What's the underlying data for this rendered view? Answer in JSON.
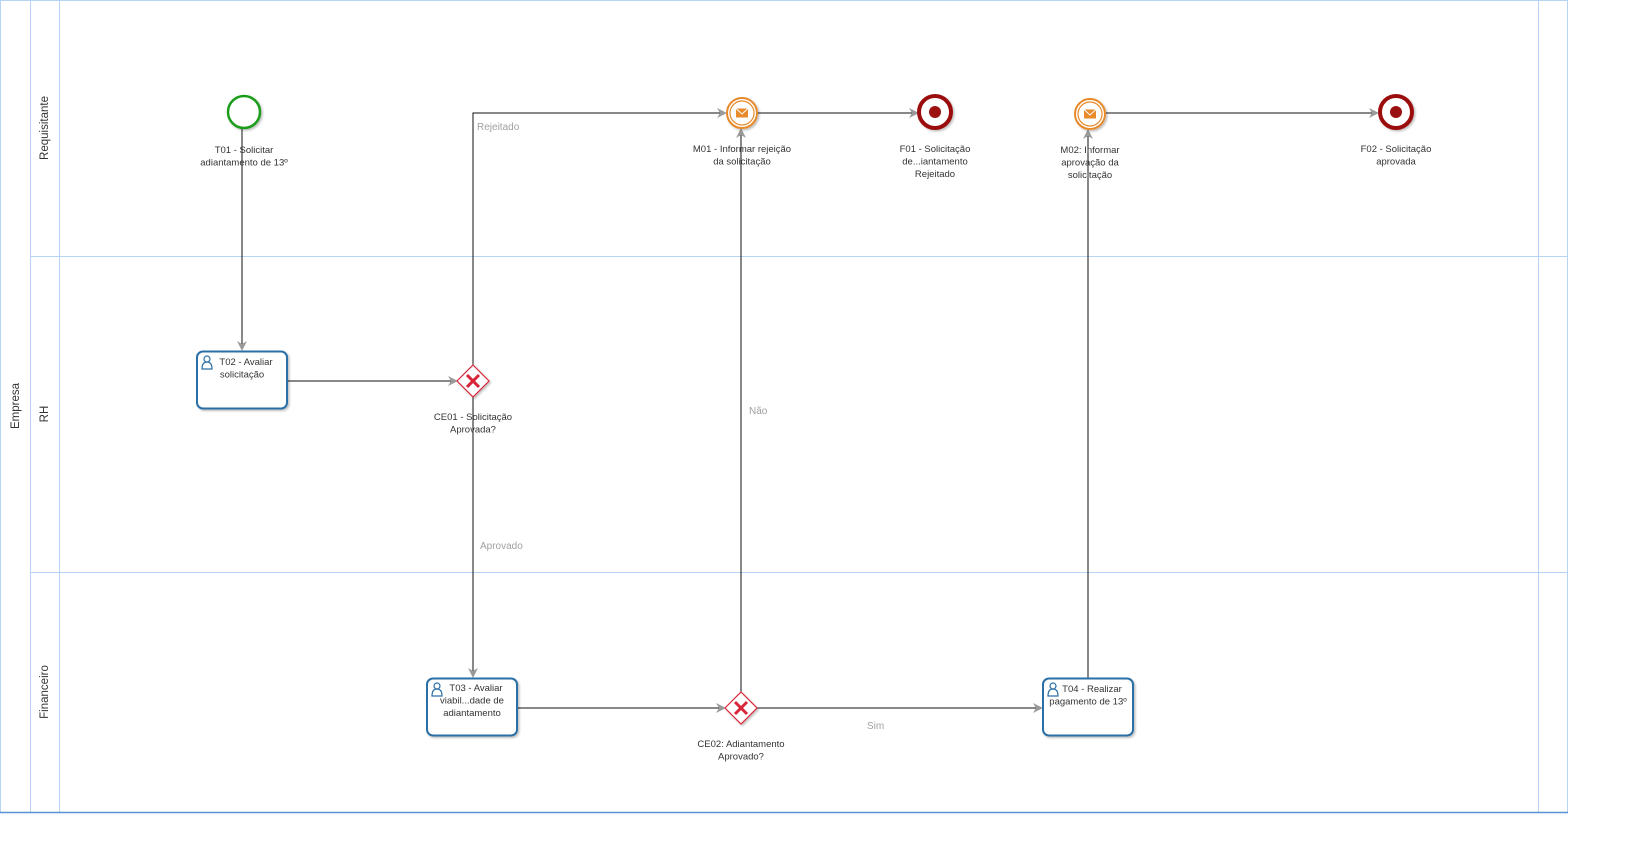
{
  "pool": {
    "name": "Empresa"
  },
  "lanes": [
    {
      "name": "Requisitante"
    },
    {
      "name": "RH"
    },
    {
      "name": "Financeiro"
    }
  ],
  "nodes": {
    "t01": {
      "type": "start-event",
      "label": [
        "T01 - Solicitar",
        "adiantamento de 13º"
      ]
    },
    "t02": {
      "type": "user-task",
      "label": [
        "T02 - Avaliar",
        "solicitação"
      ]
    },
    "ce01": {
      "type": "exclusive-gateway",
      "label": [
        "CE01 - Solicitação",
        "Aprovada?"
      ]
    },
    "m01": {
      "type": "message-event",
      "label": [
        "M01 - Informar rejeição",
        "da solicitação"
      ]
    },
    "f01": {
      "type": "end-event",
      "label": [
        "F01 - Solicitação",
        "de...iantamento",
        "Rejeitado"
      ]
    },
    "t03": {
      "type": "user-task",
      "label": [
        "T03 - Avaliar",
        "viabil...dade de",
        "adiantamento"
      ]
    },
    "ce02": {
      "type": "exclusive-gateway",
      "label": [
        "CE02: Adiantamento",
        "Aprovado?"
      ]
    },
    "t04": {
      "type": "user-task",
      "label": [
        "T04 - Realizar",
        "pagamento de 13º"
      ]
    },
    "m02": {
      "type": "message-event",
      "label": [
        "M02: Informar",
        "aprovação da",
        "solicitação"
      ]
    },
    "f02": {
      "type": "end-event",
      "label": [
        "F02 - Solicitação",
        "aprovada"
      ]
    }
  },
  "flows": {
    "rejeitado": "Rejeitado",
    "aprovado": "Aprovado",
    "nao": "Não",
    "sim": "Sim"
  },
  "colors": {
    "lane_border": "#b8d4f4",
    "start": "#1a9e1a",
    "end": "#9b1111",
    "message": "#e8892a",
    "task": "#2a6fa6",
    "gateway": "#d9253a",
    "arrow": "#9a9a9a"
  }
}
